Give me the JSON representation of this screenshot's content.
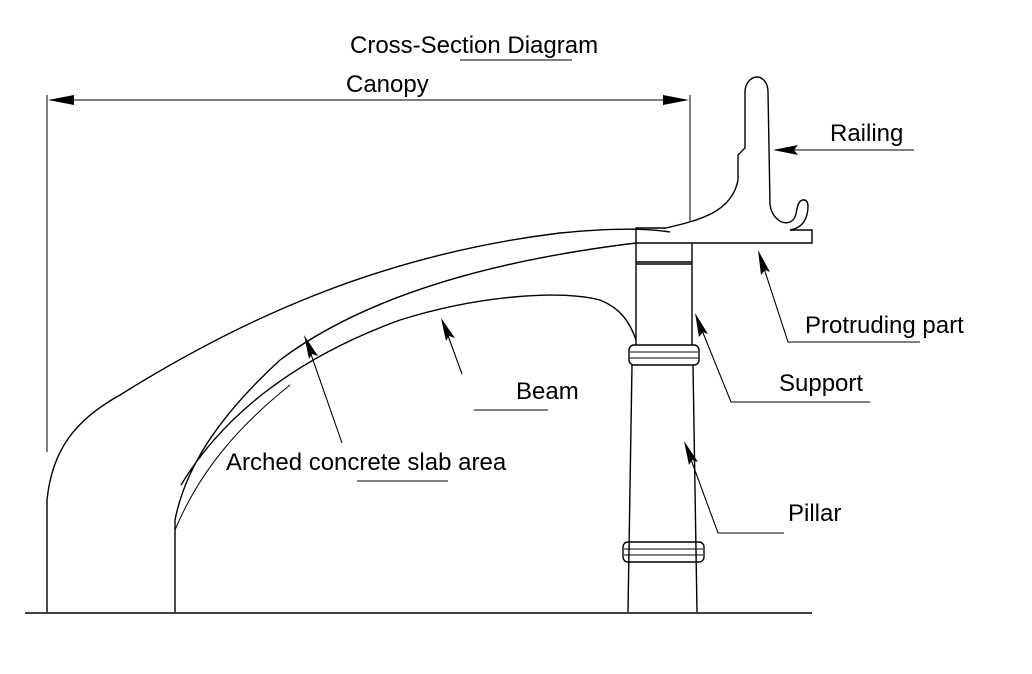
{
  "diagram": {
    "title": "Cross-Section Diagram",
    "labels": {
      "canopy": "Canopy",
      "railing": "Railing",
      "protruding_part": "Protruding part",
      "support": "Support",
      "beam": "Beam",
      "arched_slab": "Arched concrete slab area",
      "pillar": "Pillar"
    },
    "colors": {
      "line": "#000000",
      "background": "#ffffff"
    }
  }
}
